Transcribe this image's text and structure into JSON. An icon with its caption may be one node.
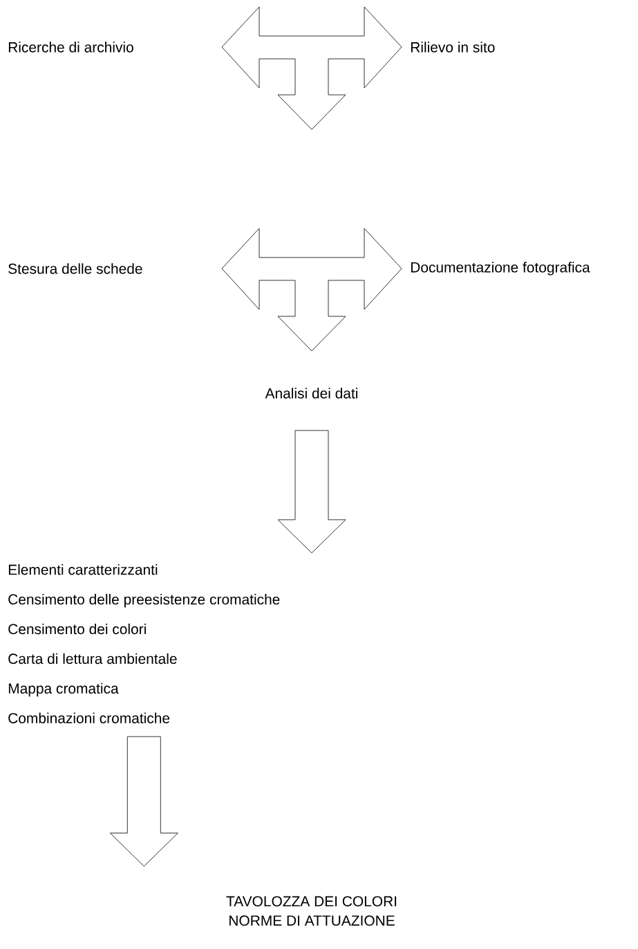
{
  "diagram": {
    "nodes": [
      {
        "text": [
          "Ricerche di archivio"
        ]
      },
      {
        "text": [
          "Rilievo in sito"
        ]
      },
      {
        "text": [],
        "shape": "arrow"
      },
      {
        "text": [
          "Stesura delle schede"
        ]
      },
      {
        "text": [
          "Documentazione fotografica"
        ]
      },
      {
        "text": [],
        "shape": "arrow"
      },
      {
        "text": [
          "Analisi dei dati"
        ]
      },
      {
        "text": [
          "Elementi caratterizzanti",
          "Censimento delle preesistenze cromatiche",
          "Censimento dei colori",
          "Carta di lettura ambientale",
          "Mappa cromatica",
          "Combinazioni cromatiche"
        ]
      },
      {
        "text": [
          "TAVOLOZZA DEI COLORI",
          "NORME DI ATTUAZIONE"
        ]
      }
    ],
    "edges": [
      {
        "from": 6,
        "to": 7,
        "arrow": "to"
      },
      {
        "from": 7,
        "to": 8,
        "arrow": "to"
      }
    ]
  }
}
